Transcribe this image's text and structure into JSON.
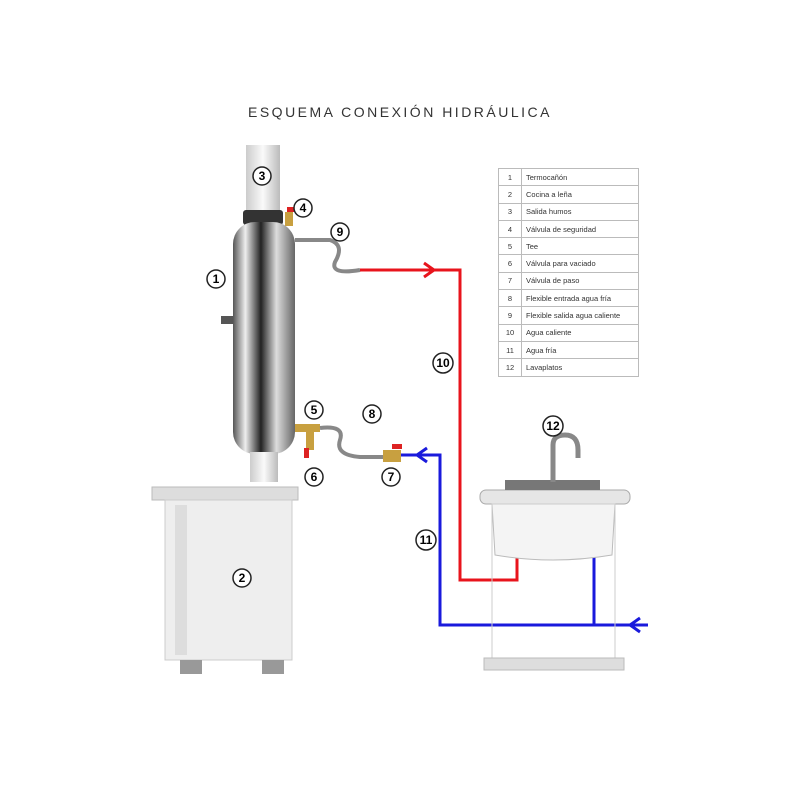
{
  "title": "ESQUEMA CONEXIÓN HIDRÁULICA",
  "legend": [
    {
      "n": "1",
      "label": "Termocañón"
    },
    {
      "n": "2",
      "label": "Cocina a leña"
    },
    {
      "n": "3",
      "label": "Salida humos"
    },
    {
      "n": "4",
      "label": "Válvula de seguridad"
    },
    {
      "n": "5",
      "label": "Tee"
    },
    {
      "n": "6",
      "label": "Válvula para vaciado"
    },
    {
      "n": "7",
      "label": "Válvula de paso"
    },
    {
      "n": "8",
      "label": "Flexible entrada agua fría"
    },
    {
      "n": "9",
      "label": "Flexible salida agua caliente"
    },
    {
      "n": "10",
      "label": "Agua caliente"
    },
    {
      "n": "11",
      "label": "Agua fría"
    },
    {
      "n": "12",
      "label": "Lavaplatos"
    }
  ],
  "colors": {
    "hot": "#e8141c",
    "cold": "#1a1adc"
  }
}
